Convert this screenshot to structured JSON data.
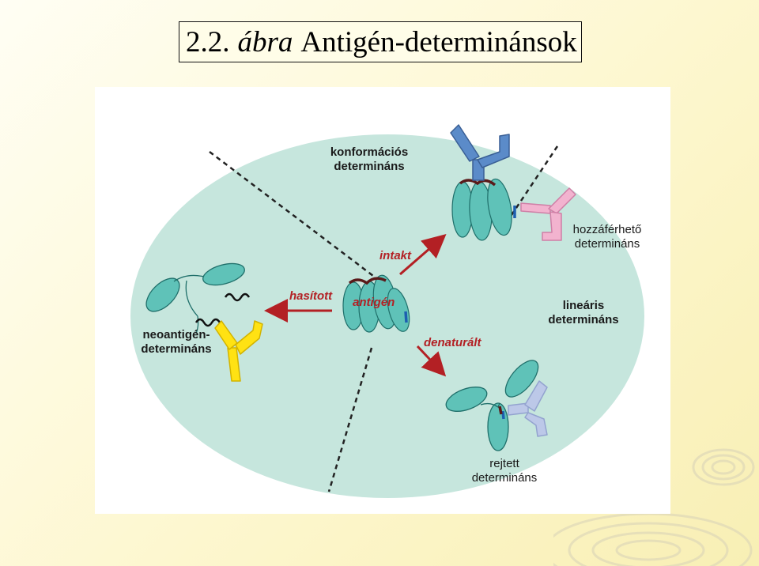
{
  "title": {
    "number": "2.2.",
    "word": "ábra",
    "text": "Antigén-determinánsok"
  },
  "labels": {
    "conformational": [
      "konformációs",
      "determináns"
    ],
    "accessible": [
      "hozzáférhető",
      "determináns"
    ],
    "neoantigen": [
      "neoantigén-",
      "determináns"
    ],
    "linear": [
      "lineáris",
      "determináns"
    ],
    "hidden": [
      "rejtett",
      "determináns"
    ],
    "intact": "intakt",
    "cleaved": "hasított",
    "antigen": "antigén",
    "denatured": "denaturált"
  },
  "colors": {
    "background_blob": "#c6e6dd",
    "protein_fill": "#5fc2b8",
    "protein_stroke": "#1f6f6a",
    "antibody_blue": "#5b8bc9",
    "antibody_pink": "#f2b3cf",
    "antibody_yellow": "#ffe213",
    "antibody_lightblue": "#bcc8e8",
    "arrow_red": "#b32024",
    "epitope_dark": "#5a1a1a",
    "epitope_blue": "#1d5fb0"
  }
}
